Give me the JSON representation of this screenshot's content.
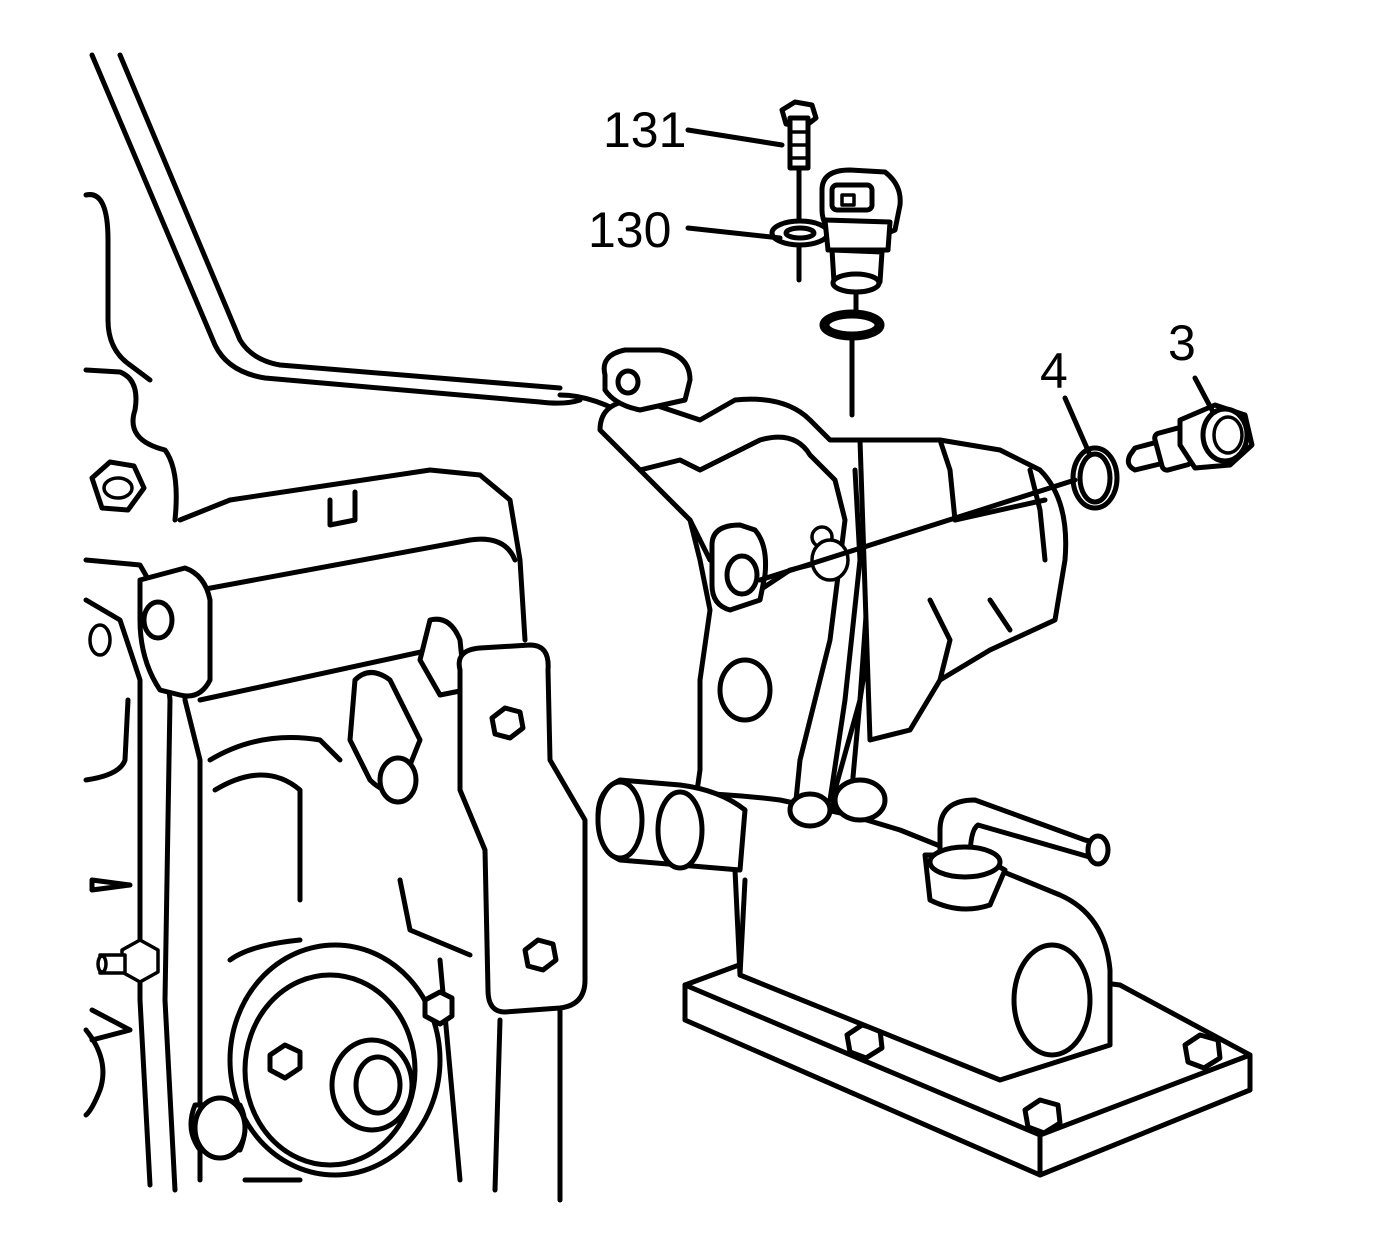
{
  "callouts": [
    {
      "id": "131",
      "label": "131"
    },
    {
      "id": "130",
      "label": "130"
    },
    {
      "id": "4",
      "label": "4"
    },
    {
      "id": "3",
      "label": "3"
    }
  ]
}
